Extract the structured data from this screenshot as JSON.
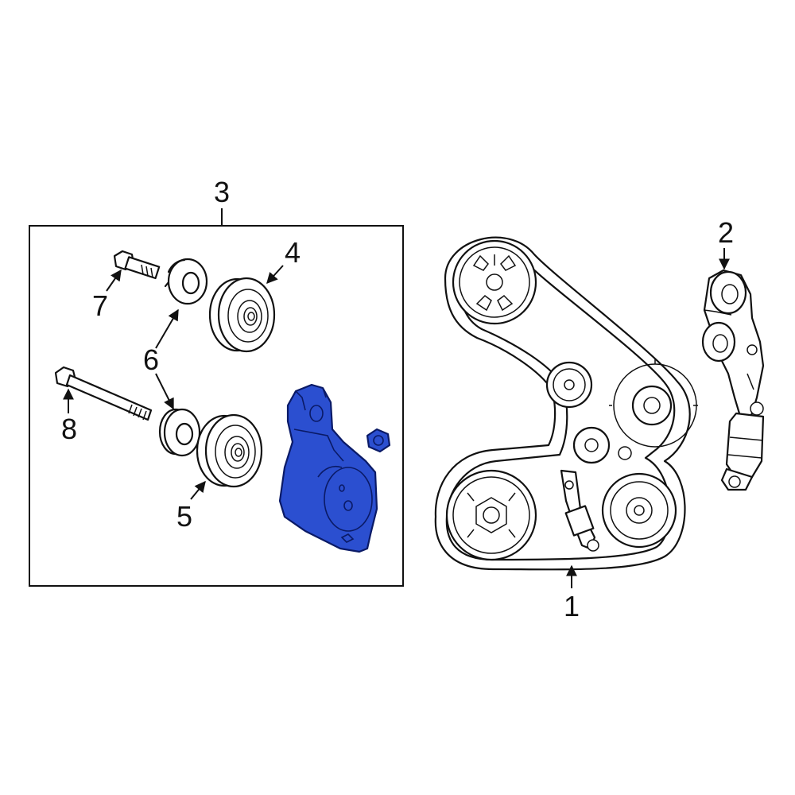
{
  "callouts": {
    "c1": "1",
    "c2": "2",
    "c3": "3",
    "c4": "4",
    "c5": "5",
    "c6": "6",
    "c7": "7",
    "c8": "8"
  },
  "colors": {
    "highlight": "#2b4fd0",
    "line": "#111111",
    "background": "#ffffff"
  }
}
